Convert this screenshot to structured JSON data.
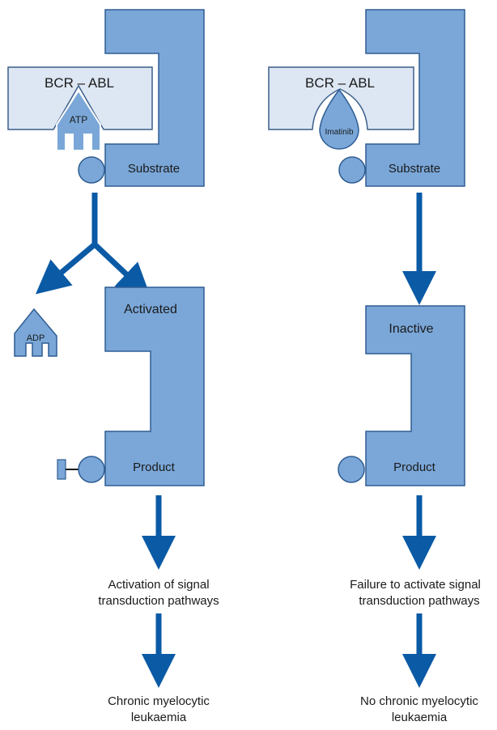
{
  "colors": {
    "substrate_fill": "#7aa7d8",
    "substrate_stroke": "#2f5d93",
    "bcr_fill": "#dde6f3",
    "bcr_stroke": "#3b5f8a",
    "arrow": "#0a5aa5"
  },
  "left": {
    "bcr_label": "BCR – ABL",
    "atp_label": "ATP",
    "substrate_label": "Substrate",
    "adp_label": "ADP",
    "activated_label": "Activated",
    "product_label": "Product",
    "outcome1": [
      "Activation of signal",
      "transduction pathways"
    ],
    "outcome2": [
      "Chronic myelocytic",
      "leukaemia"
    ]
  },
  "right": {
    "bcr_label": "BCR – ABL",
    "imatinib_label": "Imatinib",
    "substrate_label": "Substrate",
    "inactive_label": "Inactive",
    "product_label": "Product",
    "outcome1": [
      "Failure to activate signal",
      "transduction pathways"
    ],
    "outcome2": [
      "No chronic myelocytic",
      "leukaemia"
    ]
  }
}
